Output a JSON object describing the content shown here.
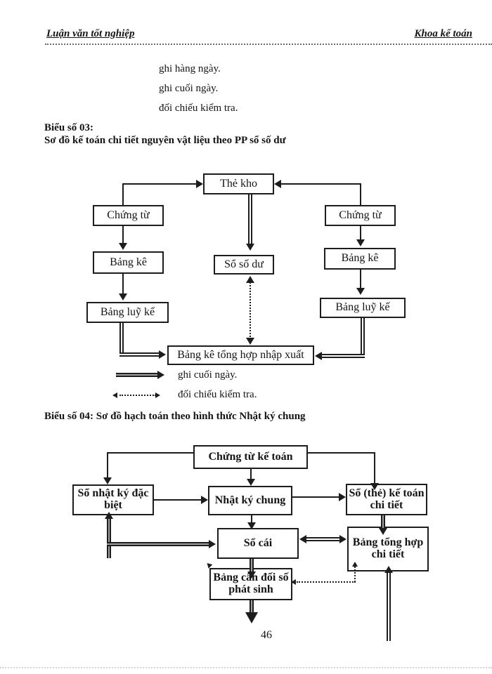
{
  "header": {
    "left": "Luận văn tốt nghiệp",
    "right": "Khoa kế toán"
  },
  "top_legend": {
    "item1": "ghi hàng ngày.",
    "item2": "ghi cuối ngày.",
    "item3": "đối chiếu kiểm tra."
  },
  "section1": {
    "title_line1": "Biểu số 03:",
    "title_line2": "Sơ đồ kế toán chi tiết nguyên vật liệu theo PP sổ số dư",
    "boxes": {
      "the_kho": "Thẻ kho",
      "chung_tu_left": "Chứng từ",
      "chung_tu_right": "Chứng từ",
      "bang_ke_left": "Bảng kê",
      "bang_ke_right": "Bảng kê",
      "so_so_du": "Sổ số dư",
      "bang_luy_ke_left": "Bảng luỹ kế",
      "bang_luy_ke_right": "Bảng luỹ kế",
      "bang_ke_tong_hop": "Bảng kê tổng hợp nhập xuất"
    },
    "legend": {
      "solid_arrow": "ghi cuối ngày.",
      "dashed_arrow": "đối chiếu kiểm tra."
    }
  },
  "section2": {
    "title": "Biểu số 04:  Sơ đồ hạch toán theo hình thức Nhật ký chung",
    "boxes": {
      "chung_tu_ke_toan": "Chứng từ kế toán",
      "so_nhat_ky_dac_biet": "Sổ nhật ký đặc biệt",
      "nhat_ky_chung": "Nhật ký chung",
      "so_the_ke_toan": "Sổ (thẻ) kế toán chi tiết",
      "so_cai": "Sổ cái",
      "bang_tong_hop": "Bảng tổng hợp chi tiết",
      "bang_can_doi": "Bảng cân đối số phát sinh"
    }
  },
  "footer": {
    "page_number": "46"
  }
}
